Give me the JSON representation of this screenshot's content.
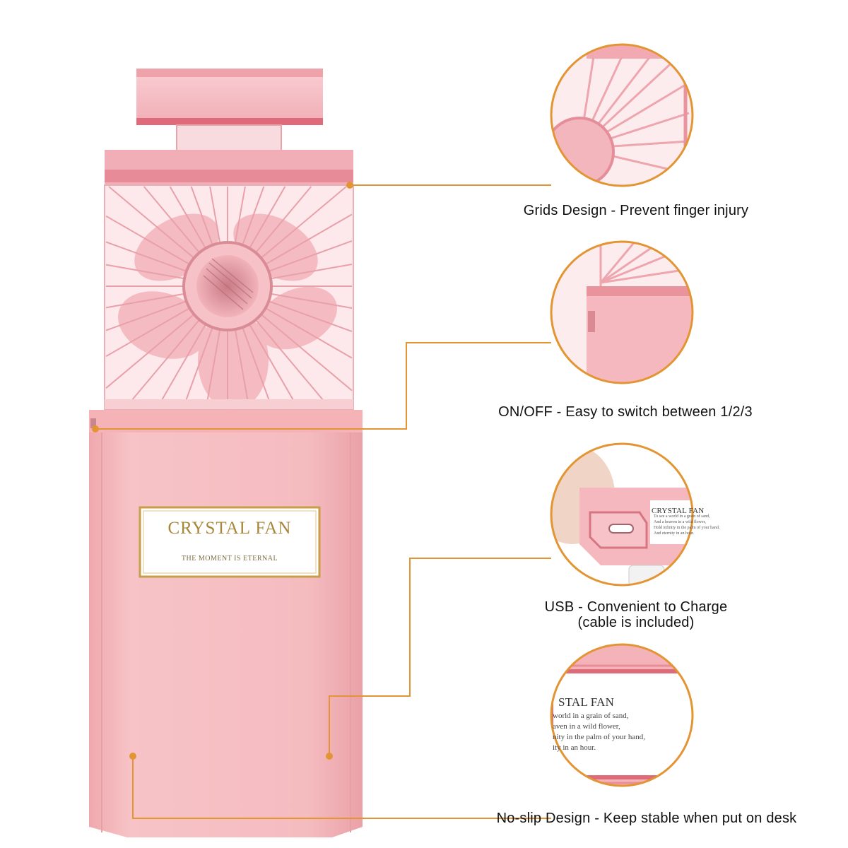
{
  "product": {
    "label_title": "CRYSTAL FAN",
    "label_subtitle": "THE MOMENT IS ETERNAL",
    "colors": {
      "body": "#f4b9bd",
      "body_dark": "#e79aa0",
      "accent_line": "#e39433",
      "label_gold": "#b8913d"
    }
  },
  "features": [
    {
      "caption": "Grids Design - Prevent finger injury"
    },
    {
      "caption": "ON/OFF - Easy to switch between 1/2/3"
    },
    {
      "caption_line1": "USB - Convenient to Charge",
      "caption_line2": "(cable is included)"
    },
    {
      "caption": "No-slip Design - Keep stable when put on desk"
    }
  ],
  "detail_views": {
    "usb_label_title": "CRYSTAL FAN",
    "usb_label_text": [
      "To see a world in a grain of sand,",
      "And a heaven in a wild flower,",
      "Hold infinity in the palm of your hand,",
      "And eternity in an hour."
    ],
    "base_label_title": "STAL FAN",
    "base_label_text": [
      "world in a grain of sand,",
      "aven in a wild flower,",
      "nity in the palm of your hand,",
      "ity in an hour."
    ]
  }
}
